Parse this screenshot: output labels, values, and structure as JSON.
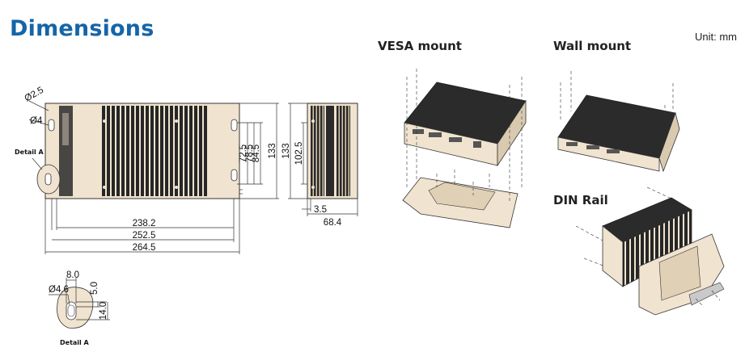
{
  "header": {
    "title": "Dimensions",
    "unit": "Unit: mm"
  },
  "sections": {
    "vesa": "VESA mount",
    "wall": "Wall mount",
    "din": "DIN Rail"
  },
  "labels": {
    "d_small": "Ø2.5",
    "d_large": "Ø4",
    "detail_a": "Detail A",
    "w1": "238.2",
    "w2": "252.5",
    "w3": "264.5",
    "h1": "72.5",
    "h2": "78.5",
    "h3": "84.5",
    "h4": "133",
    "side_h1": "102.5",
    "side_h2": "133",
    "side_off": "3.5",
    "side_w": "68.4",
    "det_w": "8.0",
    "det_d": "Ø4.6",
    "det_h1": "5.0",
    "det_h2": "14.0",
    "det_caption": "Detail A"
  },
  "colors": {
    "title": "#1565a8",
    "body": "#f0e3cf",
    "fin": "#2a2a2a",
    "line": "#333333"
  }
}
